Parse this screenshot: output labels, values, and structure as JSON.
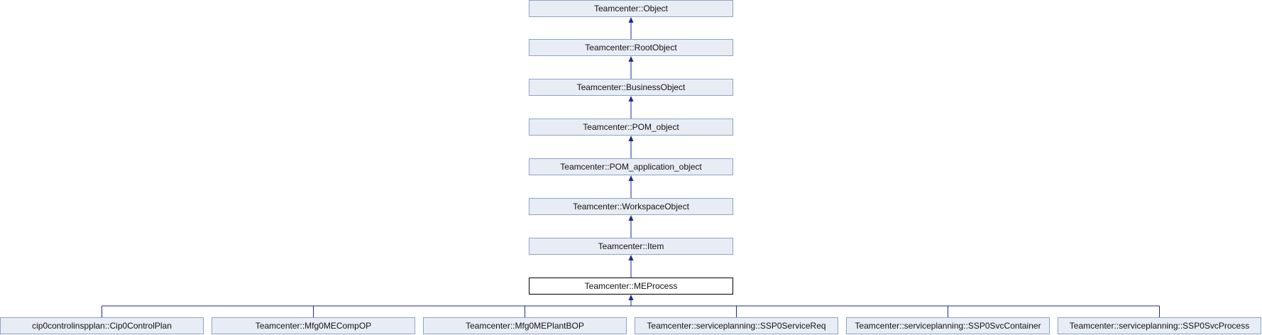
{
  "ancestors": [
    "Teamcenter::Object",
    "Teamcenter::RootObject",
    "Teamcenter::BusinessObject",
    "Teamcenter::POM_object",
    "Teamcenter::POM_application_object",
    "Teamcenter::WorkspaceObject",
    "Teamcenter::Item"
  ],
  "current": "Teamcenter::MEProcess",
  "descendants": [
    "cip0controlinspplan::Cip0ControlPlan",
    "Teamcenter::Mfg0MECompOP",
    "Teamcenter::Mfg0MEPlantBOP",
    "Teamcenter::serviceplanning::SSP0ServiceReq",
    "Teamcenter::serviceplanning::SSP0SvcContainer",
    "Teamcenter::serviceplanning::SSP0SvcProcess"
  ],
  "colors": {
    "edge": "#1f2a8c",
    "node_fill": "#e8edf5",
    "node_border": "#8ea3c4",
    "current_border": "#000000"
  }
}
